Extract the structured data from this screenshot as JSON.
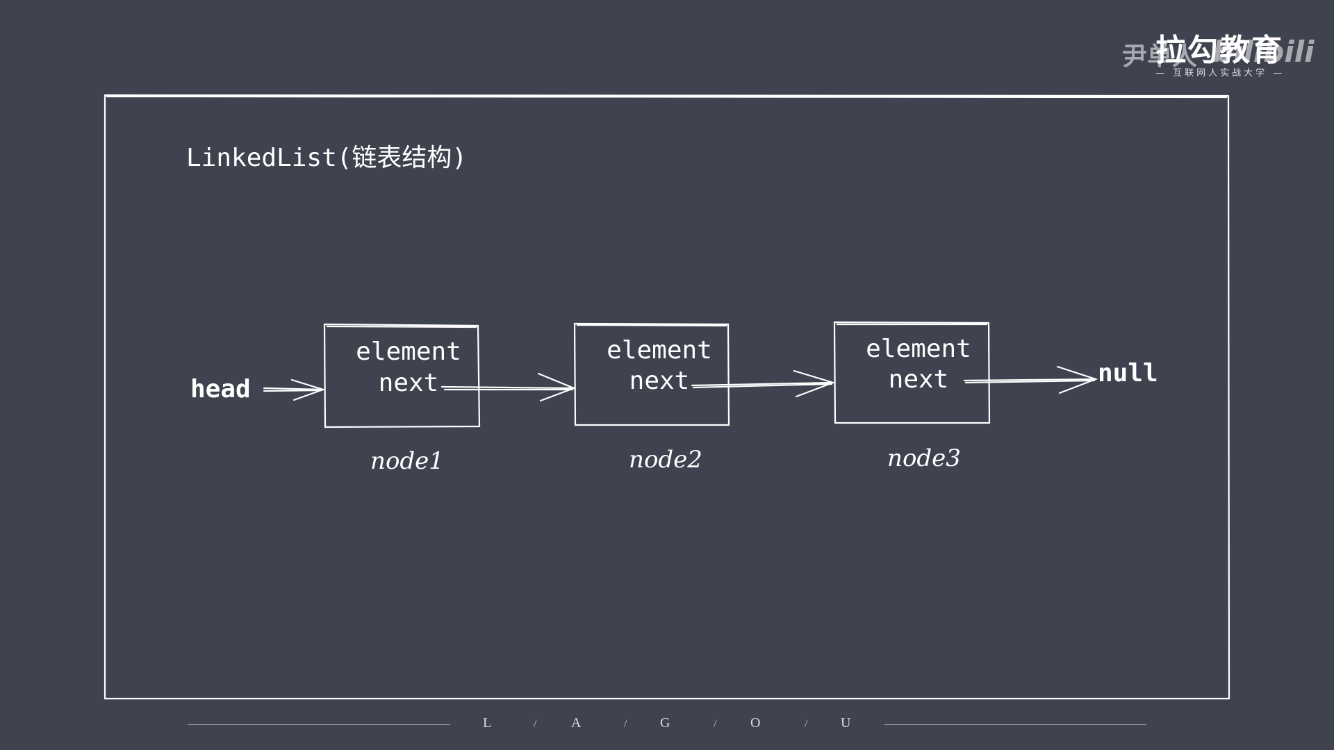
{
  "title": "LinkedList(链表结构)",
  "head_label": "head",
  "null_label": "null",
  "nodes": [
    {
      "field1": "element",
      "field2": "next",
      "caption": "node1"
    },
    {
      "field1": "element",
      "field2": "next",
      "caption": "node2"
    },
    {
      "field1": "element",
      "field2": "next",
      "caption": "node3"
    }
  ],
  "logo": {
    "main": "拉勾教育",
    "subtitle": "— 互联网人实战大学 —",
    "channel": "尹单人",
    "platform": "bilibili"
  },
  "footer_letters": [
    "L",
    "A",
    "G",
    "O",
    "U"
  ],
  "colors": {
    "background": "#3f4350",
    "stroke": "#ffffff"
  }
}
